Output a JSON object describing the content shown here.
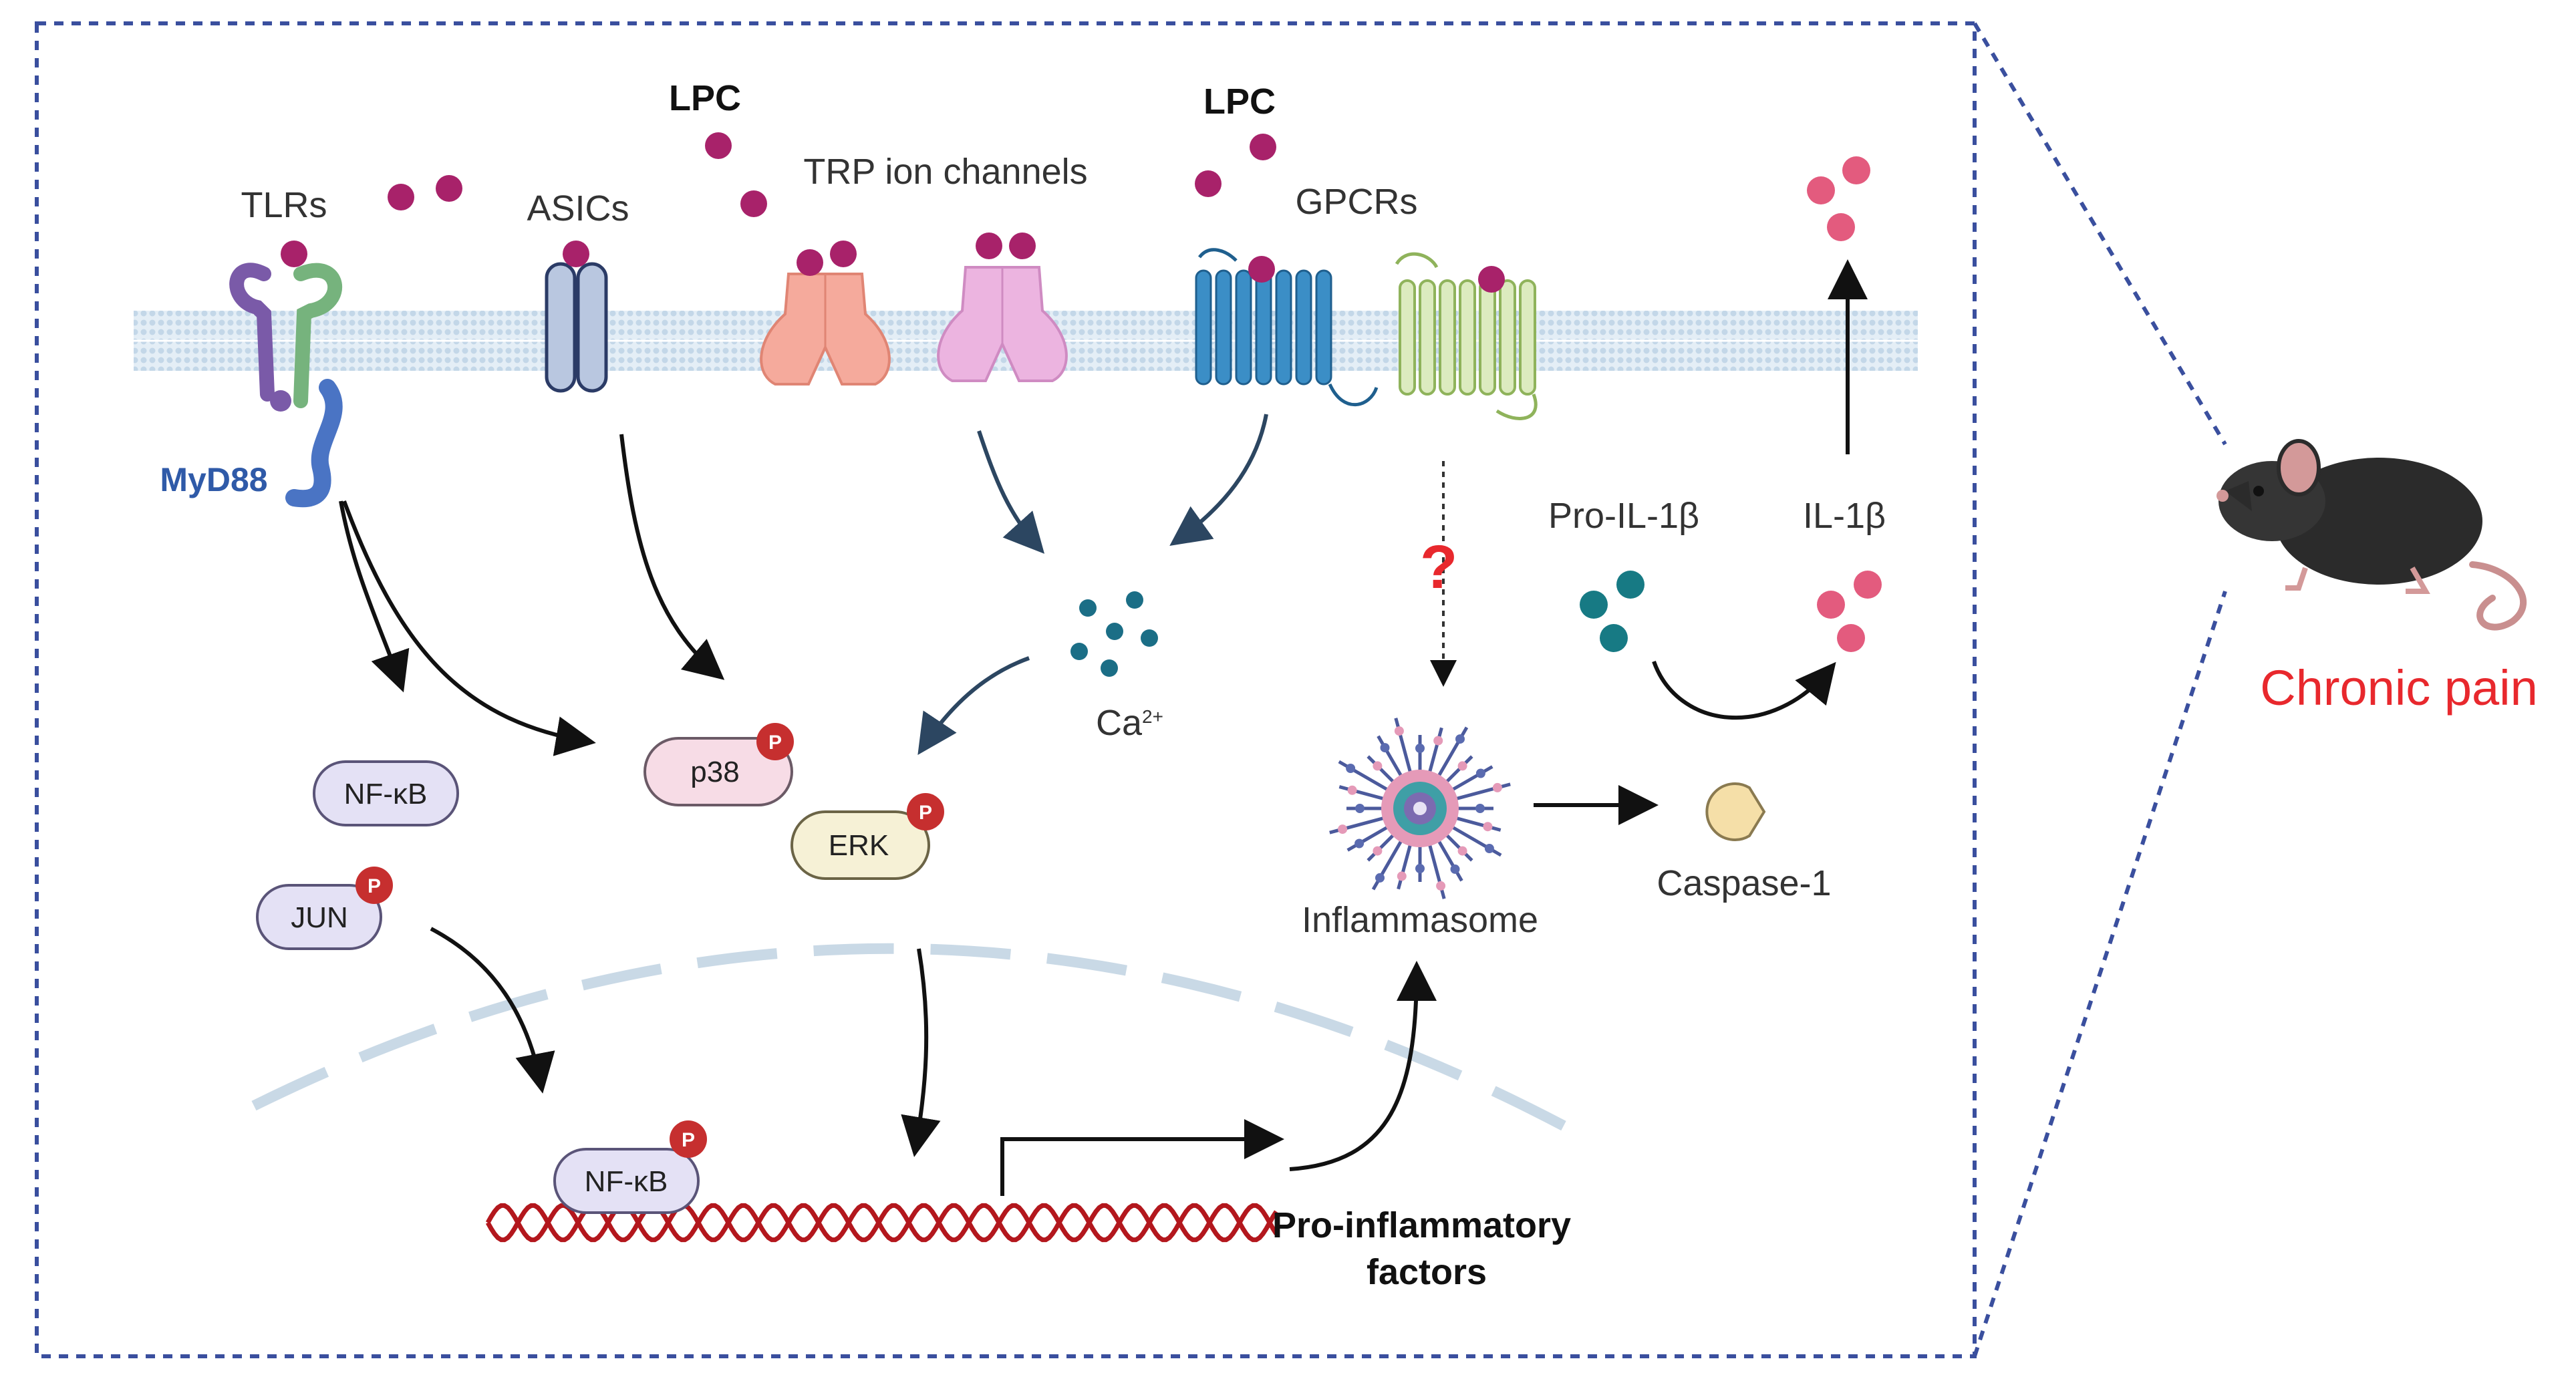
{
  "labels": {
    "lpc_left": "LPC",
    "lpc_right": "LPC",
    "tlrs": "TLRs",
    "asics": "ASICs",
    "trp": "TRP ion channels",
    "gpcrs": "GPCRs",
    "myd88": "MyD88",
    "calcium_base": "Ca",
    "calcium_sup": "2+",
    "p38": "p38",
    "erk": "ERK",
    "nfkb_cyto": "NF-κB",
    "jun": "JUN",
    "nfkb_nucleus": "NF-κB",
    "phospho": "P",
    "question": "?",
    "inflammasome": "Inflammasome",
    "caspase1": "Caspase-1",
    "pro_il1b": "Pro-IL-1β",
    "il1b": "IL-1β",
    "pro_inflammatory_line1": "Pro-inflammatory",
    "pro_inflammatory_line2": "factors",
    "chronic_pain": "Chronic pain"
  },
  "colors": {
    "lpc_dot": "#a8226a",
    "frame_dash": "#3a4f9e",
    "myd88_text": "#2f5aa8",
    "chronic_pain": "#e8282d",
    "question_mark": "#e8282d",
    "phospho_badge": "#c62f2f",
    "calcium_dot": "#1b6e86",
    "il1b_dot": "#e35b7e",
    "pro_il1b_dot": "#177a84",
    "dna": "#b3171d",
    "membrane": "#d6e6f2"
  },
  "icons": {
    "mouse": "mouse-icon",
    "dna": "dna-helix-icon",
    "inflammasome": "inflammasome-icon",
    "caspase": "caspase-pacman-icon"
  }
}
